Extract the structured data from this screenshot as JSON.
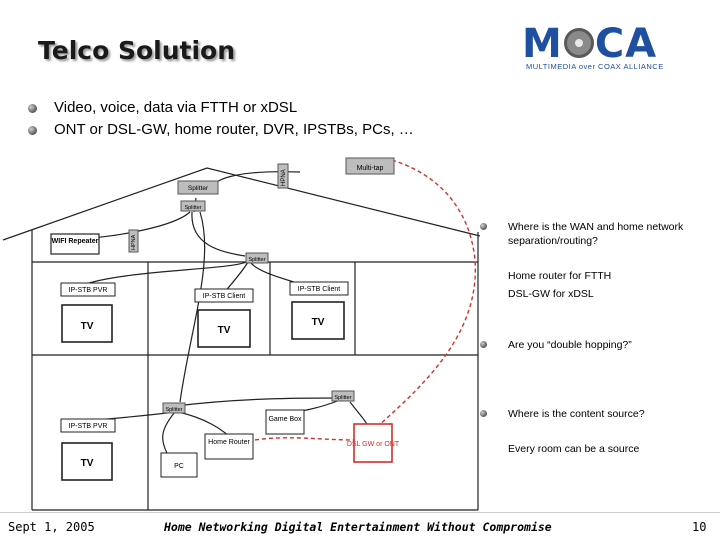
{
  "slide": {
    "title": "Telco Solution",
    "logo": {
      "main_left": "M",
      "main_right": "CA",
      "sub": "MULTIMEDIA over COAX ALLIANCE"
    },
    "bullets": [
      "Video, voice, data via FTTH or xDSL",
      "ONT or DSL-GW, home router, DVR, IPSTBs, PCs, …"
    ],
    "side_notes": [
      "Where is the WAN and home network separation/routing?",
      "Home router for FTTH",
      "DSL-GW for xDSL",
      "Are you “double hopping?”",
      "Where is the content source?",
      "Every room can be a source"
    ],
    "footer": {
      "date": "Sept 1, 2005",
      "center": "Home Networking Digital Entertainment Without Compromise",
      "page": "10"
    }
  },
  "diagram": {
    "labels": {
      "multitap": "Multi-tap",
      "hpna_top": "HPNA",
      "splitter": "Splitter",
      "wifi": "WIFI Repeater",
      "hpna_wifi": "HPNA",
      "ipstb_pvr": "IP-STB PVR",
      "ipstb_client": "IP-STB Client",
      "tv": "TV",
      "game_box": "Game Box",
      "home_router": "Home Router",
      "pc": "PC",
      "dslgw": "DSL GW or ONT"
    },
    "colors": {
      "wire": "#222222",
      "red": "#d0302a",
      "box_border": "#222222",
      "gray_label": "#bdbdbd"
    }
  }
}
